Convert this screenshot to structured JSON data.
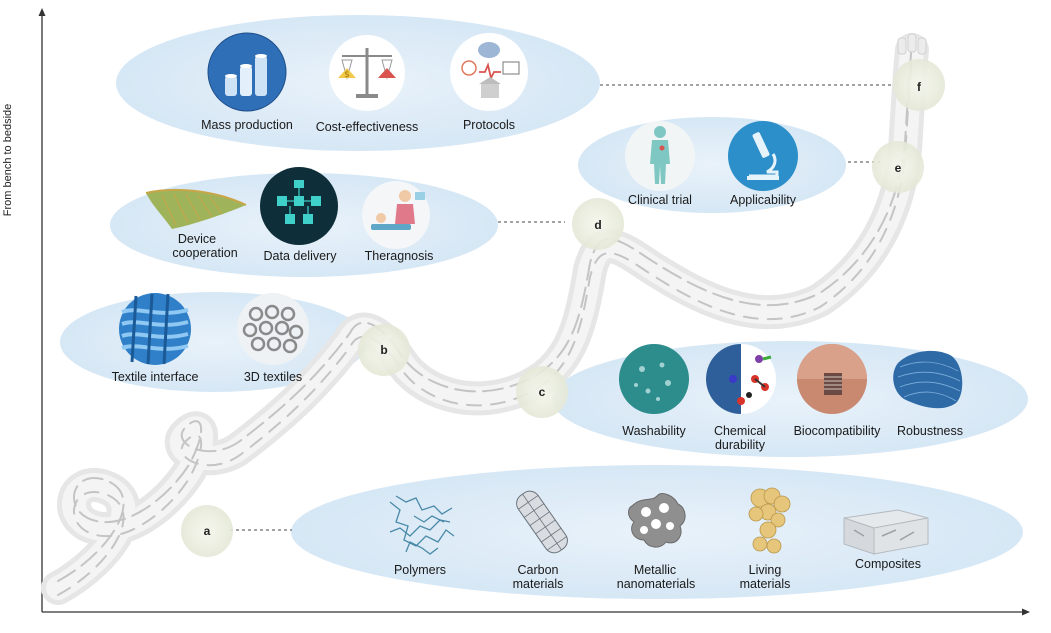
{
  "axis": {
    "y_label": "From bench to bedside"
  },
  "stages": [
    {
      "id": "a",
      "letter": "a",
      "items": [
        "Polymers",
        "Carbon materials",
        "Metallic nanomaterials",
        "Living materials",
        "Composites"
      ]
    },
    {
      "id": "b",
      "letter": "b",
      "items": [
        "Textile interface",
        "3D textiles"
      ]
    },
    {
      "id": "c",
      "letter": "c",
      "items": [
        "Washability",
        "Chemical durability",
        "Biocompatibility",
        "Robustness"
      ]
    },
    {
      "id": "d",
      "letter": "d",
      "items": [
        "Device cooperation",
        "Data delivery",
        "Theragnosis"
      ]
    },
    {
      "id": "e",
      "letter": "e",
      "items": [
        "Clinical trial",
        "Applicability"
      ]
    },
    {
      "id": "f",
      "letter": "f",
      "items": [
        "Mass production",
        "Cost-effectiveness",
        "Protocols"
      ]
    }
  ],
  "labels": {
    "mass_production": "Mass production",
    "cost_effectiveness": "Cost-effectiveness",
    "protocols": "Protocols",
    "clinical_trial": "Clinical trial",
    "applicability": "Applicability",
    "device_cooperation_1": "Device",
    "device_cooperation_2": "cooperation",
    "data_delivery": "Data delivery",
    "theragnosis": "Theragnosis",
    "textile_interface": "Textile interface",
    "textiles_3d": "3D textiles",
    "washability": "Washability",
    "chemical_durability_1": "Chemical",
    "chemical_durability_2": "durability",
    "biocompatibility": "Biocompatibility",
    "robustness": "Robustness",
    "polymers": "Polymers",
    "carbon_1": "Carbon",
    "carbon_2": "materials",
    "metallic_1": "Metallic",
    "metallic_2": "nanomaterials",
    "living_1": "Living",
    "living_2": "materials",
    "composites": "Composites"
  },
  "colors": {
    "ellipse_fill": "#dcebf7",
    "fiber": "#e8e8e8",
    "fiber_stripe": "#bdbdbd",
    "stage_circle": "#ecefe2",
    "axis": "#333333",
    "icon_blue": "#2a6fb5",
    "icon_teal": "#2e8c8a",
    "icon_gray": "#8a8a8a"
  }
}
